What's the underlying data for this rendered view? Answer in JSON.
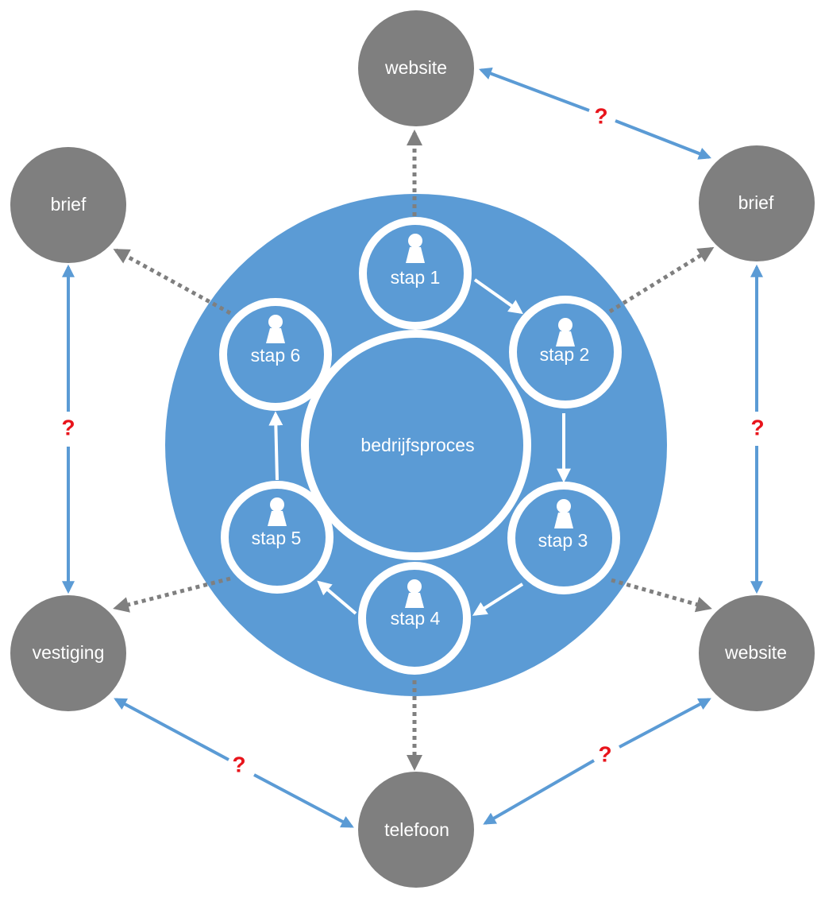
{
  "colors": {
    "process_blue": "#5b9bd5",
    "channel_gray": "#7f7f7f",
    "link_blue": "#5b9bd5",
    "dotted_gray": "#7f7f7f",
    "question_red": "#e8141b",
    "white": "#ffffff"
  },
  "center": {
    "label": "bedrijfsproces"
  },
  "steps": [
    {
      "label": "stap 1",
      "icon": "person-icon"
    },
    {
      "label": "stap 2",
      "icon": "person-icon"
    },
    {
      "label": "stap 3",
      "icon": "person-icon"
    },
    {
      "label": "stap 4",
      "icon": "person-icon"
    },
    {
      "label": "stap 5",
      "icon": "person-icon"
    },
    {
      "label": "stap 6",
      "icon": "person-icon"
    }
  ],
  "channels": [
    {
      "label": "website"
    },
    {
      "label": "brief"
    },
    {
      "label": "website"
    },
    {
      "label": "telefoon"
    },
    {
      "label": "vestiging"
    },
    {
      "label": "brief"
    }
  ],
  "links": [
    {
      "from": "website",
      "to": "brief",
      "label": "?"
    },
    {
      "from": "brief",
      "to": "website",
      "label": "?"
    },
    {
      "from": "website",
      "to": "telefoon",
      "label": "?"
    },
    {
      "from": "telefoon",
      "to": "vestiging",
      "label": "?"
    },
    {
      "from": "vestiging",
      "to": "brief",
      "label": "?"
    }
  ]
}
